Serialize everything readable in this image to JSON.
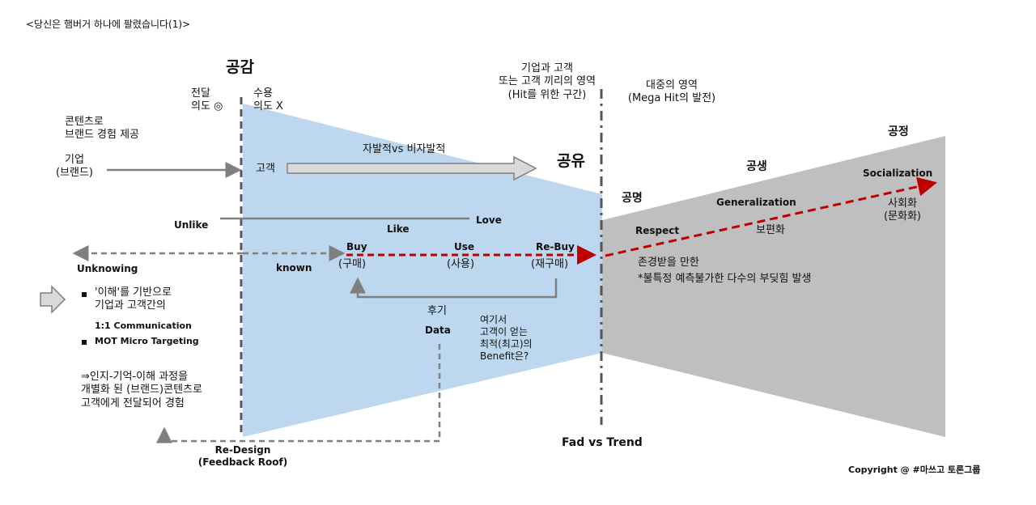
{
  "title": "<당신은 햄버거 하나에 팔렸습니다(1)>",
  "stage": {
    "gonggam": "공감",
    "gongyu": "공유",
    "gongmyeong": "공명",
    "gongsaeng": "공생",
    "gongjeong": "공정"
  },
  "header": {
    "delivery_intent": "전달\n의도 ◎",
    "acceptance_intent": "수용\n의도 X",
    "company_customer": "기업과 고객\n또는 고객 끼리의 영역\n(Hit를 위한 구간)",
    "mass_domain": "대중의 영역\n(Mega Hit의 발전)"
  },
  "left": {
    "content_offer": "콘텐츠로\n브랜드 경험 제공",
    "company": "기업\n(브랜드)",
    "unlike": "Unlike",
    "unknowing": "Unknowing",
    "bullet1": "'이해'를 기반으로\n기업과 고객간의",
    "bullet1_sub": "1:1 Communication",
    "bullet2": "MOT Micro Targeting",
    "conclusion": "⇒인지-기억-이해 과정을\n개별화 된 (브랜드)콘텐츠로\n고객에게 전달되어 경험"
  },
  "middle": {
    "customer": "고객",
    "voluntary": "자발적vs 비자발적",
    "like": "Like",
    "love": "Love",
    "known": "known",
    "buy": "Buy",
    "buy_kr": "(구매)",
    "use": "Use",
    "use_kr": "(사용)",
    "rebuy": "Re-Buy",
    "rebuy_kr": "(재구매)",
    "review": "후기",
    "data": "Data",
    "benefit": "여기서\n고객이 얻는\n최적(최고)의\nBenefit은?",
    "redesign": "Re-Design\n(Feedback Roof)",
    "fad_trend": "Fad vs Trend"
  },
  "right": {
    "respect": "Respect",
    "generalization": "Generalization",
    "socialization": "Socialization",
    "generalization_kr": "보편화",
    "socialization_kr": "사회화\n(문화화)",
    "respect_kr": "존경받을 만한\n*불특정 예측불가한 다수의 부딪힘 발생"
  },
  "copyright": "Copyright @ #마쓰고 토론그룹",
  "colors": {
    "blue_region": "#bdd7ee",
    "gray_region": "#bfbfbf",
    "red_arrow": "#c00000",
    "dark_gray": "#7f7f7f"
  }
}
